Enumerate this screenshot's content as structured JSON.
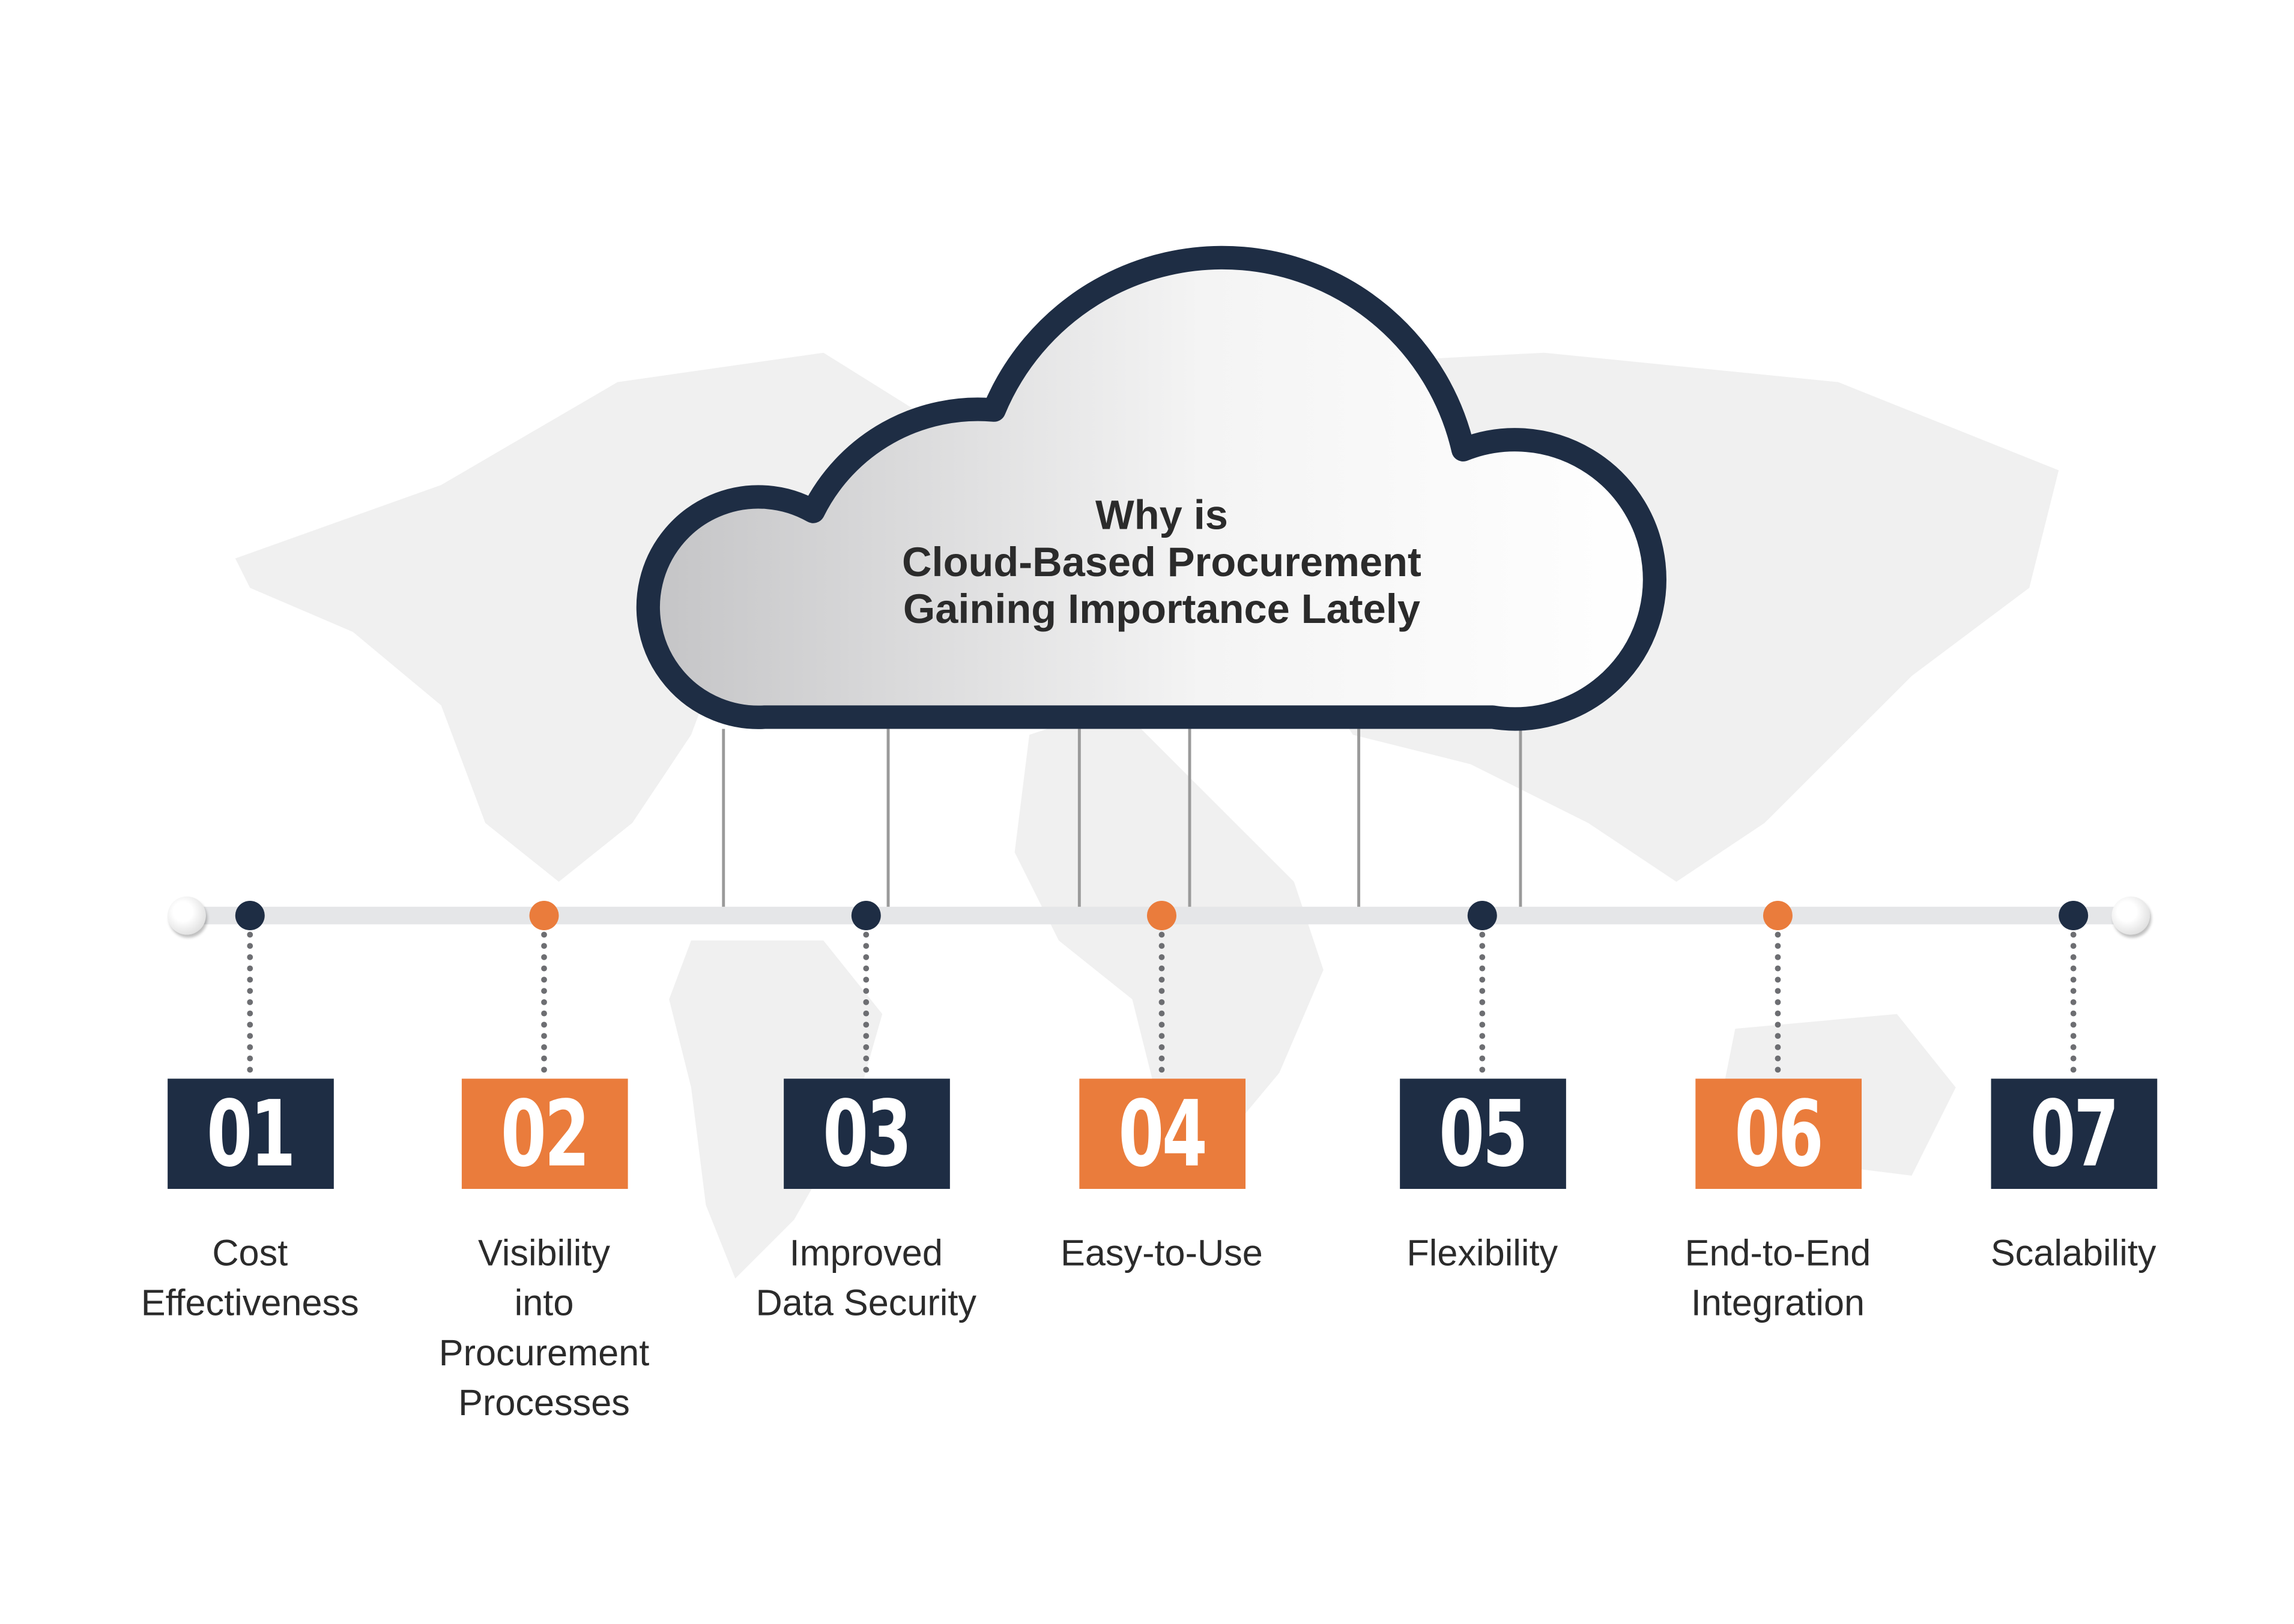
{
  "title": {
    "lines": [
      "Why is",
      "Cloud-Based Procurement",
      "Gaining Importance Lately"
    ]
  },
  "colors": {
    "navy": "#1e2d44",
    "orange": "#ea7c3c",
    "bar": "#e5e6e8",
    "map": "#f0f0f0"
  },
  "items": [
    {
      "number": "01",
      "color": "navy",
      "label": [
        "Cost",
        "Effectiveness"
      ]
    },
    {
      "number": "02",
      "color": "orange",
      "label": [
        "Visibility",
        "into",
        "Procurement",
        "Processes"
      ]
    },
    {
      "number": "03",
      "color": "navy",
      "label": [
        "Improved",
        "Data Security"
      ]
    },
    {
      "number": "04",
      "color": "orange",
      "label": [
        "Easy-to-Use"
      ]
    },
    {
      "number": "05",
      "color": "navy",
      "label": [
        "Flexibility"
      ]
    },
    {
      "number": "06",
      "color": "orange",
      "label": [
        "End-to-End",
        "Integration"
      ]
    },
    {
      "number": "07",
      "color": "navy",
      "label": [
        "Scalability"
      ]
    }
  ]
}
